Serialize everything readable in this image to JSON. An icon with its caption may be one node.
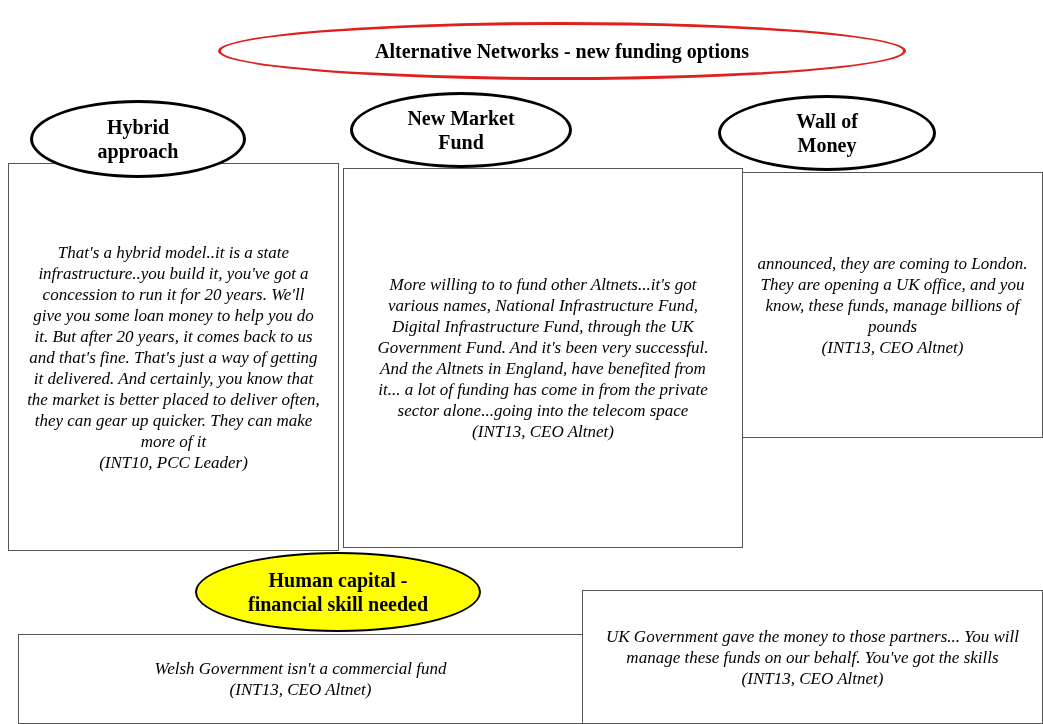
{
  "diagram": {
    "nodes": [
      {
        "text": [
          "Alternative Networks - new funding options"
        ]
      },
      {
        "text": [
          "Hybrid approach"
        ]
      },
      {
        "text": [
          "That's a hybrid model..it is a state infrastructure..you build it, you've got a concession to run it for 20 years. We'll give you some loan money to help you do it. But after 20 years, it comes back to us and that's fine. That's just a way of getting it delivered. And certainly, you know that the market is better placed to deliver often, they can gear up quicker. They can make more of it",
          "(INT10, PCC Leader)"
        ]
      },
      {
        "text": [
          "New Market Fund"
        ]
      },
      {
        "text": [
          "More willing to to fund other Altnets...it's got various names, National Infrastructure Fund, Digital Infrastructure Fund, through the UK Government Fund. And it's been very successful. And the Altnets in England, have benefited from it... a lot of funding has come in from the private sector alone...going into the telecom space",
          "(INT13, CEO Altnet)"
        ]
      },
      {
        "text": [
          "Wall of Money"
        ]
      },
      {
        "text": [
          "announced, they are coming to London. They are opening a UK office, and you know, these funds, manage billions of pounds",
          "(INT13, CEO Altnet)"
        ]
      },
      {
        "text": [
          "Human capital - financial skill needed"
        ]
      },
      {
        "text": [
          "Welsh Government isn't a commercial fund",
          "(INT13, CEO Altnet)"
        ]
      },
      {
        "text": [
          "UK Government gave the money to those partners... You will manage these funds on our behalf. You've got the skills",
          "(INT13, CEO Altnet)"
        ]
      }
    ]
  }
}
